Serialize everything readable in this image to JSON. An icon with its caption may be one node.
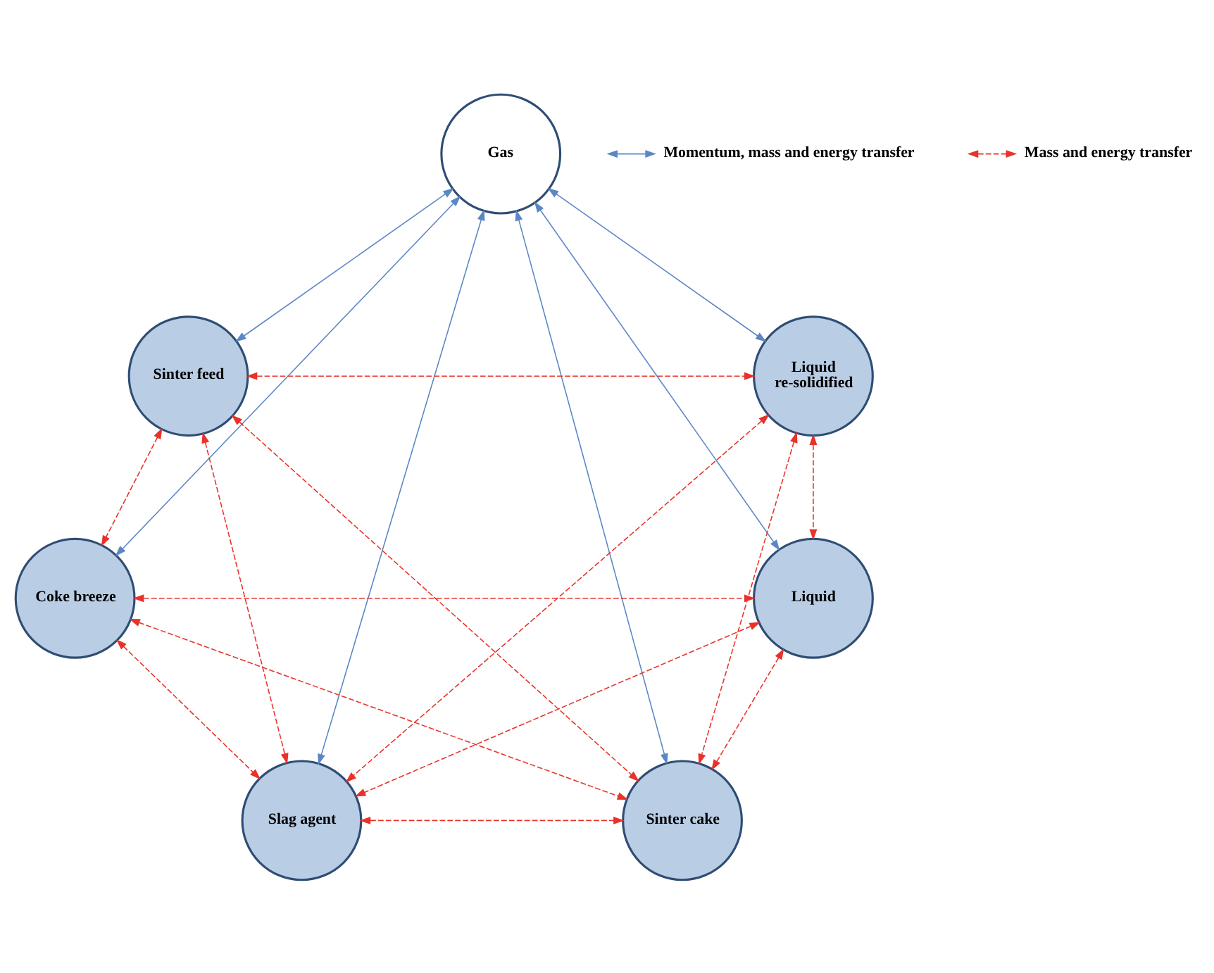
{
  "diagram": {
    "nodes": [
      {
        "text": [
          "Gas"
        ]
      },
      {
        "text": [
          "Sinter feed"
        ]
      },
      {
        "text": [
          "Liquid re-solidified"
        ]
      },
      {
        "text": [
          "Coke breeze"
        ]
      },
      {
        "text": [
          "Liquid"
        ]
      },
      {
        "text": [
          "Slag agent"
        ]
      },
      {
        "text": [
          "Sinter cake"
        ]
      }
    ],
    "edges": [
      {
        "from": 0,
        "to": 1,
        "arrow": "both",
        "color": "#5b87c5"
      },
      {
        "from": 0,
        "to": 2,
        "arrow": "both",
        "color": "#5b87c5"
      },
      {
        "from": 0,
        "to": 3,
        "arrow": "both",
        "color": "#5b87c5"
      },
      {
        "from": 0,
        "to": 5,
        "arrow": "both",
        "color": "#5b87c5"
      },
      {
        "from": 0,
        "to": 6,
        "arrow": "both",
        "color": "#5b87c5"
      },
      {
        "from": 0,
        "to": 4,
        "arrow": "both",
        "color": "#5b87c5"
      },
      {
        "from": 1,
        "to": 2,
        "arrow": "both",
        "style": "dashed"
      },
      {
        "from": 1,
        "to": 3,
        "arrow": "both",
        "style": "dashed"
      },
      {
        "from": 1,
        "to": 5,
        "arrow": "both",
        "style": "dashed"
      },
      {
        "from": 1,
        "to": 6,
        "arrow": "both",
        "style": "dashed"
      },
      {
        "from": 2,
        "to": 4,
        "arrow": "both",
        "style": "dashed"
      },
      {
        "from": 2,
        "to": 5,
        "arrow": "both",
        "style": "dashed"
      },
      {
        "from": 2,
        "to": 6,
        "arrow": "both",
        "style": "dashed"
      },
      {
        "from": 3,
        "to": 4,
        "arrow": "both",
        "style": "dashed"
      },
      {
        "from": 3,
        "to": 5,
        "arrow": "both",
        "style": "dashed"
      },
      {
        "from": 3,
        "to": 6,
        "arrow": "both",
        "style": "dashed"
      },
      {
        "from": 4,
        "to": 6,
        "arrow": "both",
        "style": "dashed"
      },
      {
        "from": 4,
        "to": 5,
        "arrow": "both",
        "style": "dashed"
      },
      {
        "from": 5,
        "to": 6,
        "arrow": "both",
        "style": "dashed"
      }
    ],
    "legend": [
      {
        "text": "Momentum, mass and energy transfer"
      },
      {
        "text": "Mass and energy transfer"
      }
    ]
  }
}
